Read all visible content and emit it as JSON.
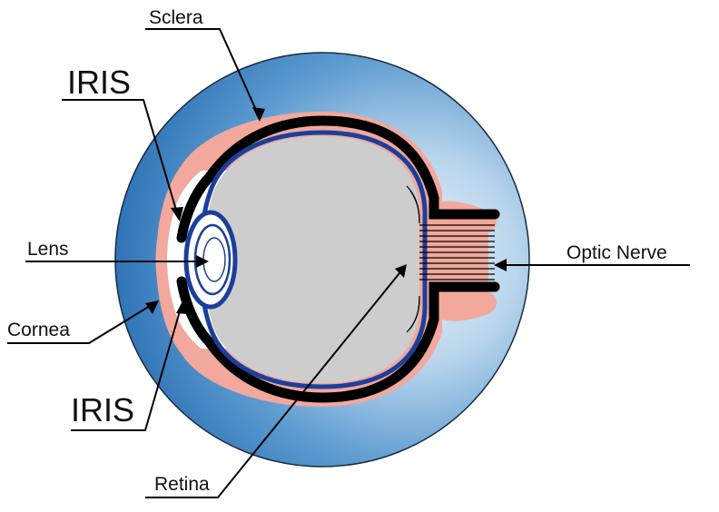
{
  "labels": {
    "sclera": "Sclera",
    "iris_top": "IRIS",
    "lens": "Lens",
    "cornea": "Cornea",
    "iris_bottom": "IRIS",
    "retina": "Retina",
    "optic_nerve": "Optic Nerve"
  },
  "colors": {
    "background_ball": "#3f86c3",
    "background_ball_light": "#dcebf6",
    "sclera_pink": "#f2a89c",
    "sclera_black": "#000000",
    "retina_blue": "#1a3f9c",
    "vitreous_gray": "#cdcdcd",
    "lens_white": "#ffffff"
  }
}
